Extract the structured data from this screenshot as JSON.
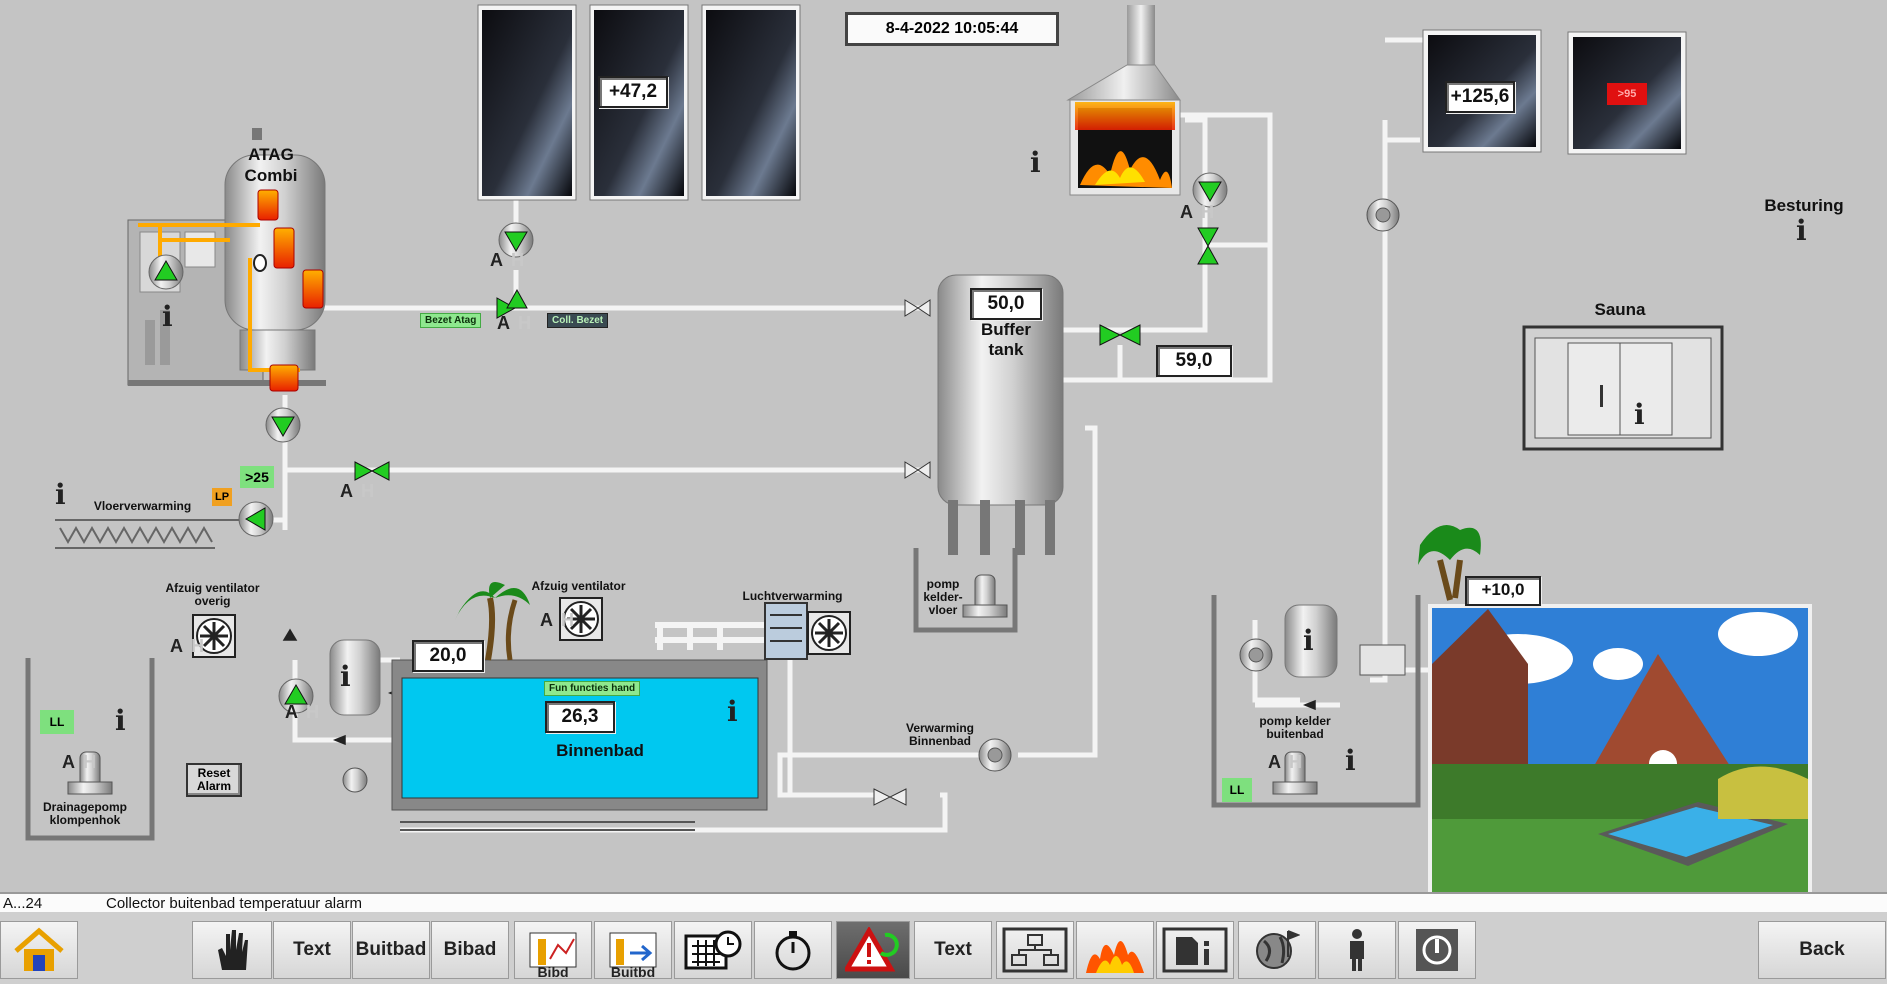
{
  "datetime": "8-4-2022 10:05:44",
  "values": {
    "collector_top": "+47,2",
    "collector_right1": "+125,6",
    "collector_right2": ">95",
    "buffer": "50,0",
    "fireplace_return": "59,0",
    "pool_inlet": "20,0",
    "pool_temp": "26,3",
    "outdoor_pool": "+10,0",
    "floor_limit": ">25"
  },
  "labels": {
    "atag": "ATAG",
    "combi": "Combi",
    "buffer": "Buffer",
    "tank": "tank",
    "besturing": "Besturing",
    "sauna": "Sauna",
    "vloerverwarming": "Vloerverwarming",
    "afzuig_overig_1": "Afzuig ventilator",
    "afzuig_overig_2": "overig",
    "afzuig_ventilator": "Afzuig ventilator",
    "luchtverwarming": "Luchtverwarming",
    "binnenbad": "Binnenbad",
    "verwarming_1": "Verwarming",
    "verwarming_2": "Binnenbad",
    "pomp_kelder_1": "pomp",
    "pomp_kelder_2": "kelder-",
    "pomp_kelder_3": "vloer",
    "pomp_buitenbad_1": "pomp kelder",
    "pomp_buitenbad_2": "buitenbad",
    "drainage_1": "Drainagepomp",
    "drainage_2": "klompenhok",
    "reset_1": "Reset",
    "reset_2": "Alarm",
    "ll": "LL",
    "lp": "LP",
    "a": "A",
    "h": "H",
    "info": "i"
  },
  "tags": {
    "bezet_atag": "Bezet Atag",
    "coll_bezet": "Coll. Bezet",
    "fun_functies": "Fun functies hand"
  },
  "alarm": {
    "id": "A...24",
    "text": "Collector buitenbad temperatuur alarm"
  },
  "toolbar": {
    "text1": "Text",
    "buitbad": "Buitbad",
    "bibad": "Bibad",
    "bibd": "Bibd",
    "buitbd": "Buitbd",
    "text2": "Text",
    "back": "Back"
  },
  "colors": {
    "background": "#c4c4c4",
    "pool": "#00c8f0",
    "pump_green": "#22cc22",
    "alarm_red": "#e01010"
  }
}
